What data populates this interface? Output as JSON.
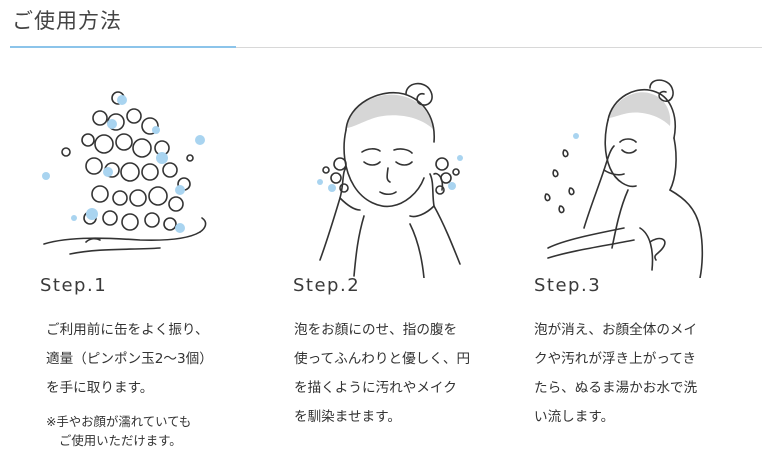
{
  "header": {
    "title": "ご使用方法"
  },
  "colors": {
    "accent": "#8cc4ea",
    "rule": "#d8d8d8",
    "text": "#333333",
    "foam": "#a9d4f0",
    "hair": "#d6d6d6"
  },
  "steps": [
    {
      "label": "Step.1",
      "illustration": "hand-with-foam-icon",
      "lines": [
        "ご利用前に缶をよく振り、",
        "適量（ピンポン玉2〜3個）",
        "を手に取ります。"
      ],
      "note": [
        "※手やお顔が濡れていても",
        "ご使用いただけます。"
      ]
    },
    {
      "label": "Step.2",
      "illustration": "face-foaming-icon",
      "lines": [
        "泡をお顔にのせ、指の腹を",
        "使ってふんわりと優しく、円",
        "を描くように汚れやメイク",
        "を馴染ませます。"
      ]
    },
    {
      "label": "Step.3",
      "illustration": "face-rinsing-icon",
      "lines": [
        "泡が消え、お顔全体のメイ",
        "クや汚れが浮き上がってき",
        "たら、ぬるま湯かお水で洗",
        "い流します。"
      ]
    }
  ]
}
